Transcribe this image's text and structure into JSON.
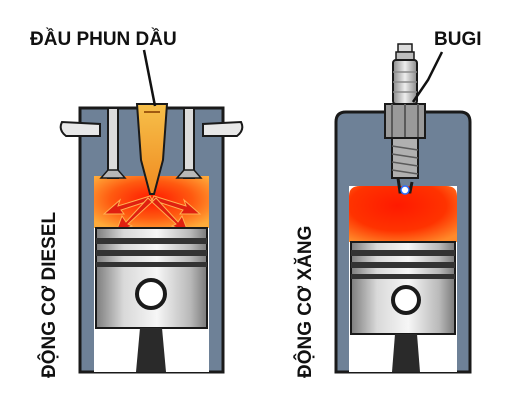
{
  "labels": {
    "injector": "ĐẦU PHUN DẦU",
    "spark_plug": "BUGI",
    "diesel_engine": "ĐỘNG CƠ DIESEL",
    "gasoline_engine": "ĐỘNG CƠ XĂNG"
  },
  "colors": {
    "cylinder_wall": "#6e8197",
    "piston_body": "#cfcfcf",
    "piston_ring": "#333333",
    "combustion_hot": "#ff2a00",
    "combustion_warm": "#ff9a2a",
    "fuel_spray": "#f4a531",
    "arrow_red": "#e02010",
    "text": "#111111"
  },
  "icons": {
    "injector": "fuel-injector-icon",
    "spark_plug": "spark-plug-icon"
  }
}
